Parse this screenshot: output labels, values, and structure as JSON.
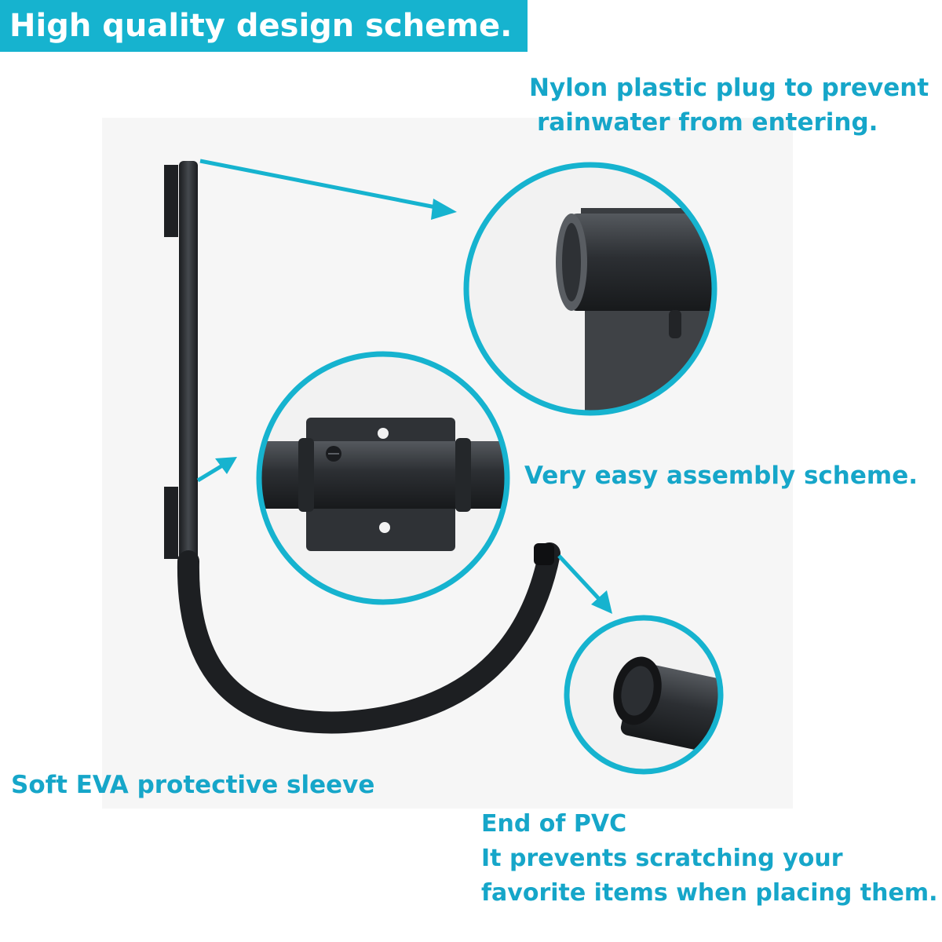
{
  "header": {
    "title": "High quality design scheme."
  },
  "callouts": {
    "plug": {
      "line1": "Nylon plastic plug to prevent",
      "line2": "rainwater from entering."
    },
    "assembly": {
      "text": "Very easy assembly scheme."
    },
    "sleeve": {
      "text": "Soft EVA protective sleeve"
    },
    "pvc": {
      "line1": "End of PVC",
      "line2": "It prevents scratching your",
      "line3": "favorite items when placing them."
    }
  },
  "colors": {
    "accent": "#16b3cf",
    "text_accent": "#16a6c9",
    "product": "#2a2d31"
  }
}
